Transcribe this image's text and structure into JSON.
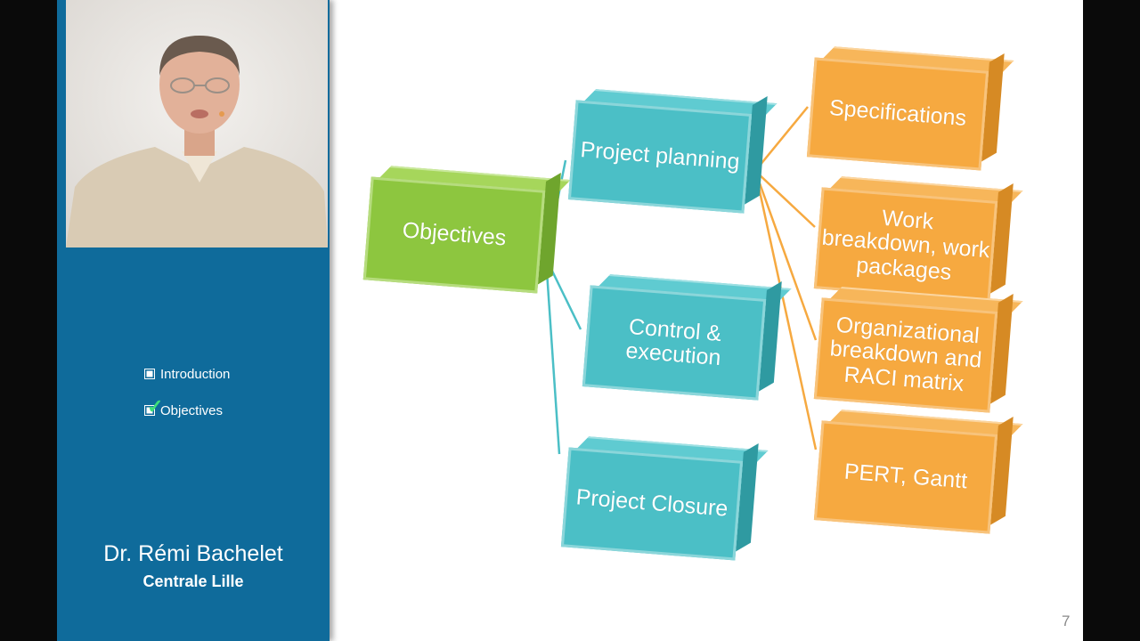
{
  "sidebar": {
    "outline": [
      {
        "label": "Introduction",
        "checked": false
      },
      {
        "label": "Objectives",
        "checked": true
      }
    ],
    "presenter_name": "Dr. Rémi Bachelet",
    "institution": "Centrale Lille"
  },
  "diagram": {
    "root": "Objectives",
    "phases": [
      "Project planning",
      "Control & execution",
      "Project Closure"
    ],
    "planning_outputs": [
      "Specifications",
      "Work breakdown, work packages",
      "Organizational breakdown and RACI matrix",
      "PERT, Gantt"
    ]
  },
  "colors": {
    "sidebar": "#0f6b9b",
    "green": "#8dc63f",
    "teal": "#4bbfc6",
    "orange": "#f6a940"
  },
  "page_number": "7"
}
